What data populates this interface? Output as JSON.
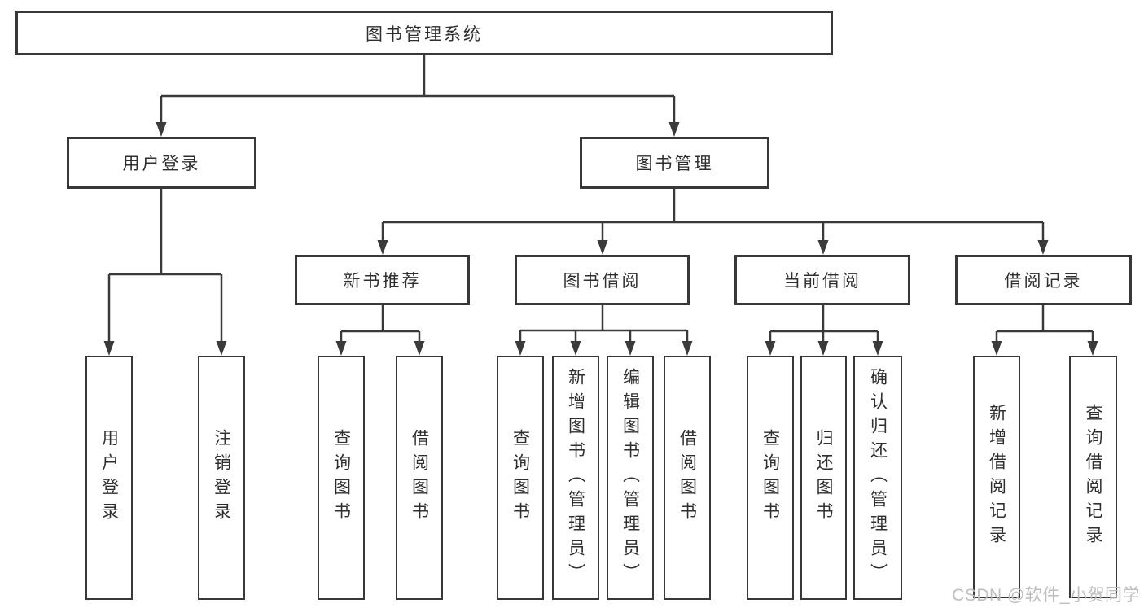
{
  "diagram": {
    "title": "图书管理系统",
    "watermark": "CSDN @软件_小贺同学",
    "colors": {
      "background": "#ffffff",
      "line": "#3a3a3a",
      "box_border": "#383838",
      "text": "#2f2f2f",
      "watermark": "#b9b9b9"
    },
    "nodes": {
      "root": {
        "label": "图书管理系统"
      },
      "user_login_group": {
        "label": "用户登录"
      },
      "book_mgmt": {
        "label": "图书管理"
      },
      "new_book_rec": {
        "label": "新书推荐"
      },
      "book_borrow": {
        "label": "图书借阅"
      },
      "current_borrow": {
        "label": "当前借阅"
      },
      "borrow_records": {
        "label": "借阅记录"
      },
      "user_login": {
        "label": "用户登录"
      },
      "logout": {
        "label": "注销登录"
      },
      "nb_query": {
        "label": "查询图书"
      },
      "nb_borrow": {
        "label": "借阅图书"
      },
      "bb_query": {
        "label": "查询图书"
      },
      "bb_add": {
        "label": "新增图书（管理员）"
      },
      "bb_edit": {
        "label": "编辑图书（管理员）"
      },
      "bb_borrow": {
        "label": "借阅图书"
      },
      "cb_query": {
        "label": "查询图书"
      },
      "cb_return": {
        "label": "归还图书"
      },
      "cb_confirm": {
        "label": "确认归还（管理员）"
      },
      "br_add": {
        "label": "新增借阅记录"
      },
      "br_query": {
        "label": "查询借阅记录"
      }
    },
    "tree": {
      "图书管理系统": {
        "用户登录": [
          "用户登录",
          "注销登录"
        ],
        "图书管理": {
          "新书推荐": [
            "查询图书",
            "借阅图书"
          ],
          "图书借阅": [
            "查询图书",
            "新增图书（管理员）",
            "编辑图书（管理员）",
            "借阅图书"
          ],
          "当前借阅": [
            "查询图书",
            "归还图书",
            "确认归还（管理员）"
          ],
          "借阅记录": [
            "新增借阅记录",
            "查询借阅记录"
          ]
        }
      }
    }
  }
}
